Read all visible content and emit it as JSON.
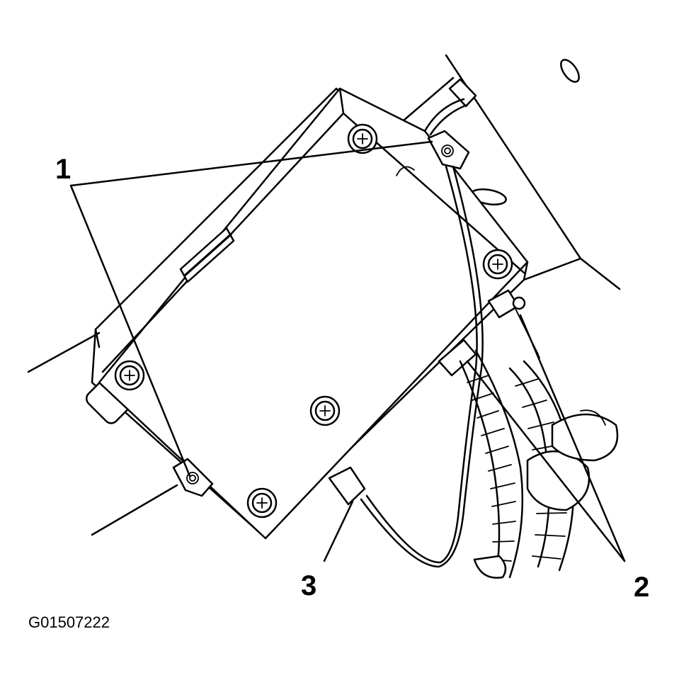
{
  "callouts": {
    "one": "1",
    "two": "2",
    "three": "3"
  },
  "figure_id": "G01507222"
}
